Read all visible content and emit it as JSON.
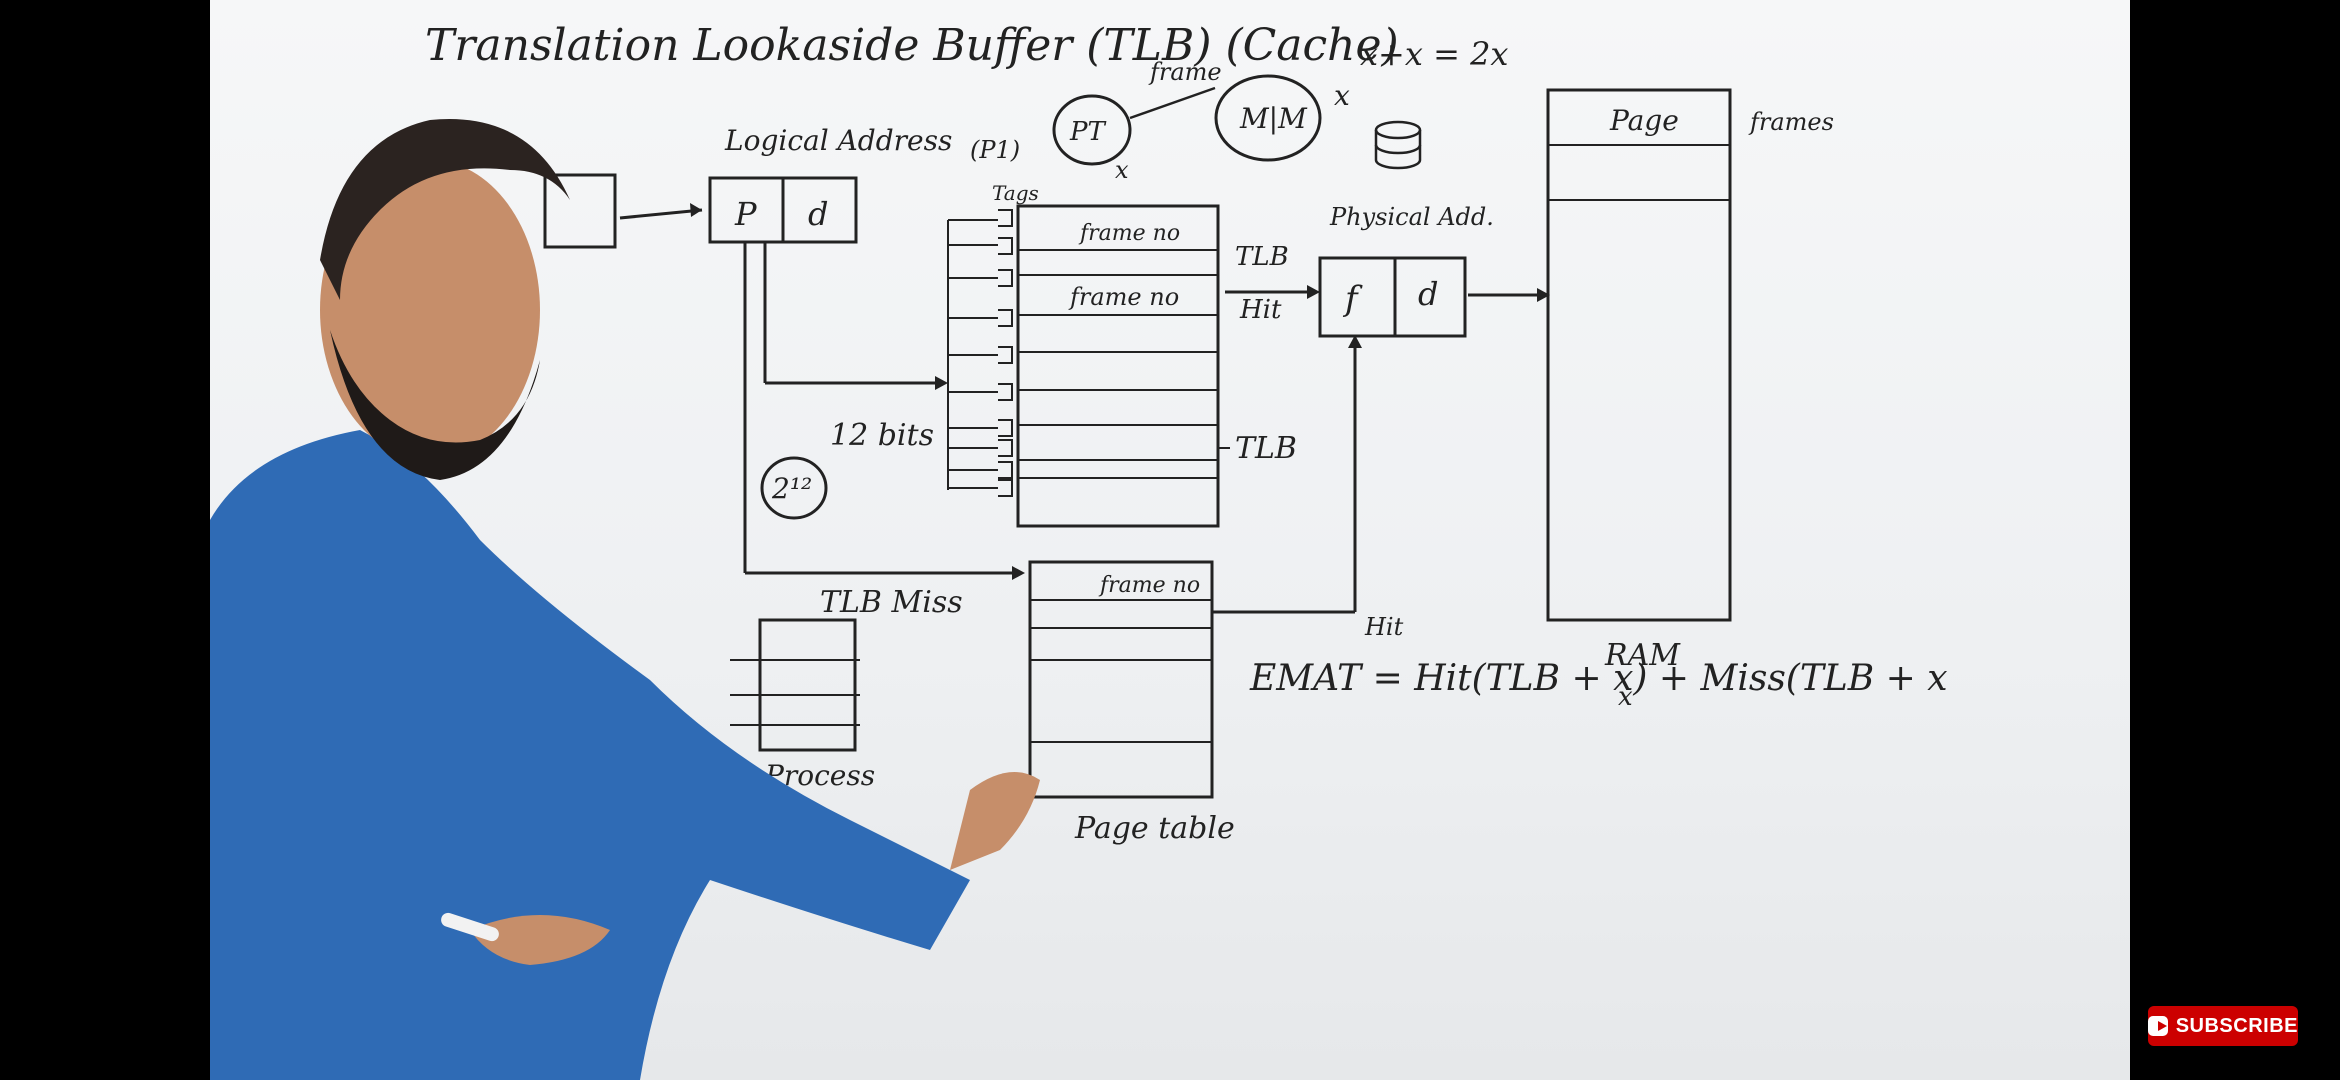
{
  "board": {
    "title": "Translation Lookaside Buffer (TLB) (Cache)",
    "equation_top": "x+x = 2x",
    "pt_label": "PT",
    "mm_label": "M|M",
    "frame_label": "frame",
    "x_label": "x",
    "p1_label": "(P1)",
    "logical_address": "Logical Address",
    "p_cell": "P",
    "d_cell": "d",
    "tags_label": "Tags",
    "tlb_row1": "frame no",
    "tlb_row2": "frame no",
    "tlb_hit_1": "TLB",
    "tlb_hit_2": "Hit",
    "physical_address": "Physical Add.",
    "f_cell": "f",
    "pd_cell": "d",
    "twelve_bits": "12 bits",
    "two_pow": "2¹²",
    "tlb_side": "TLB",
    "tlb_miss": "TLB Miss",
    "page_table_row": "frame no",
    "page_table_label": "Page table",
    "process_label": "Process",
    "ram_page": "Page",
    "ram_frames": "frames",
    "ram_label": "RAM",
    "hit_label": "Hit",
    "emat_formula": "EMAT = Hit(TLB + x) + Miss(TLB + x",
    "miss_x": "x"
  },
  "overlay": {
    "subscribe_label": "SUBSCRIBE",
    "subscribe_color": "#cc0000"
  }
}
